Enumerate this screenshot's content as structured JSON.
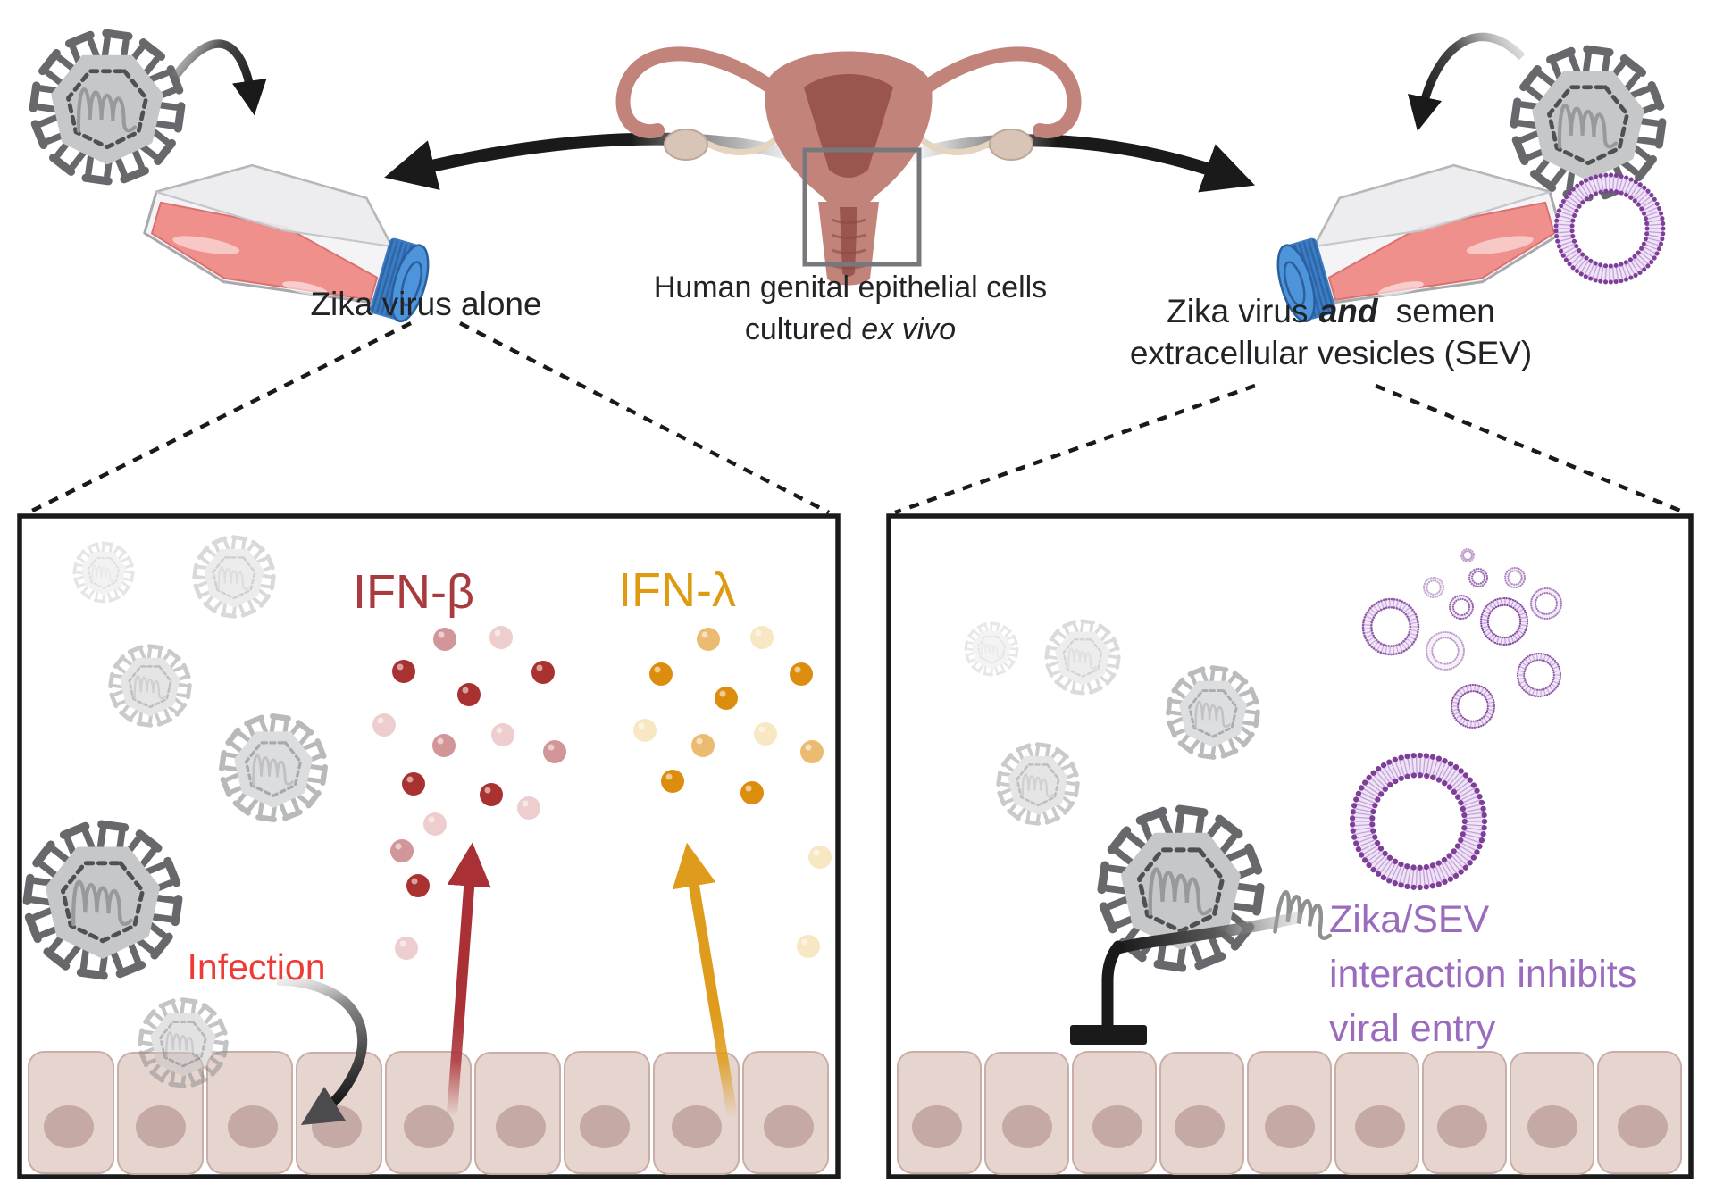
{
  "figure": {
    "description_left": "Zika virus alone condition",
    "description_right": "Zika virus with semen extracellular vesicles condition"
  },
  "top": {
    "left_condition": "Zika virus alone",
    "center_caption_line1": "Human genital epithelial cells",
    "center_caption_line2_plain": "cultured",
    "center_caption_line2_italic": "ex vivo",
    "right_condition_part1": "Zika virus",
    "right_condition_and": "and",
    "right_condition_part2": "semen",
    "right_condition_line2": "extracellular vesicles (SEV)"
  },
  "left_panel": {
    "ifn_beta_label": "IFN-β",
    "ifn_lambda_label": "IFN-λ",
    "infection_label": "Infection"
  },
  "right_panel": {
    "caption_line1": "Zika/SEV",
    "caption_line2": "interaction inhibits",
    "caption_line3": "viral entry"
  },
  "colors": {
    "text_dark": "#222326",
    "ifn_beta": "#A93B3F",
    "ifn_lambda": "#DE9A10",
    "infection": "#EE3B36",
    "caption_purple": "#9B6CBE",
    "sev_purple": "#7D3F98",
    "sev_pale": "#F0E3F8",
    "sev_tick": "#C3A3D6",
    "virus_core": "#C6C7C9",
    "virus_spike": "#898B8D",
    "virus_spike_dark": "#67686B",
    "virus_line": "#707174",
    "media_pink": "#EF8B88",
    "cap_blue": "#3C7CC4",
    "cap_blue_dark": "#2A5F9E",
    "cap_blue_face": "#4E94DB",
    "uterus_body": "#C2837B",
    "uterus_cavity": "#9A564E",
    "ovary": "#D8C5B8",
    "cell_fill": "#E6D4CE",
    "cell_border": "#C9ADA6",
    "cell_nucleus": "#C5A9A4",
    "panel_border": "#1A1A1A",
    "arrow_black": "#1A1A1A",
    "ifn_beta_dots": [
      "#A9312F",
      "#D29598",
      "#EDCDCD"
    ],
    "ifn_lambda_dots": [
      "#DD8D0E",
      "#EBBB72",
      "#F7E7C3"
    ]
  }
}
